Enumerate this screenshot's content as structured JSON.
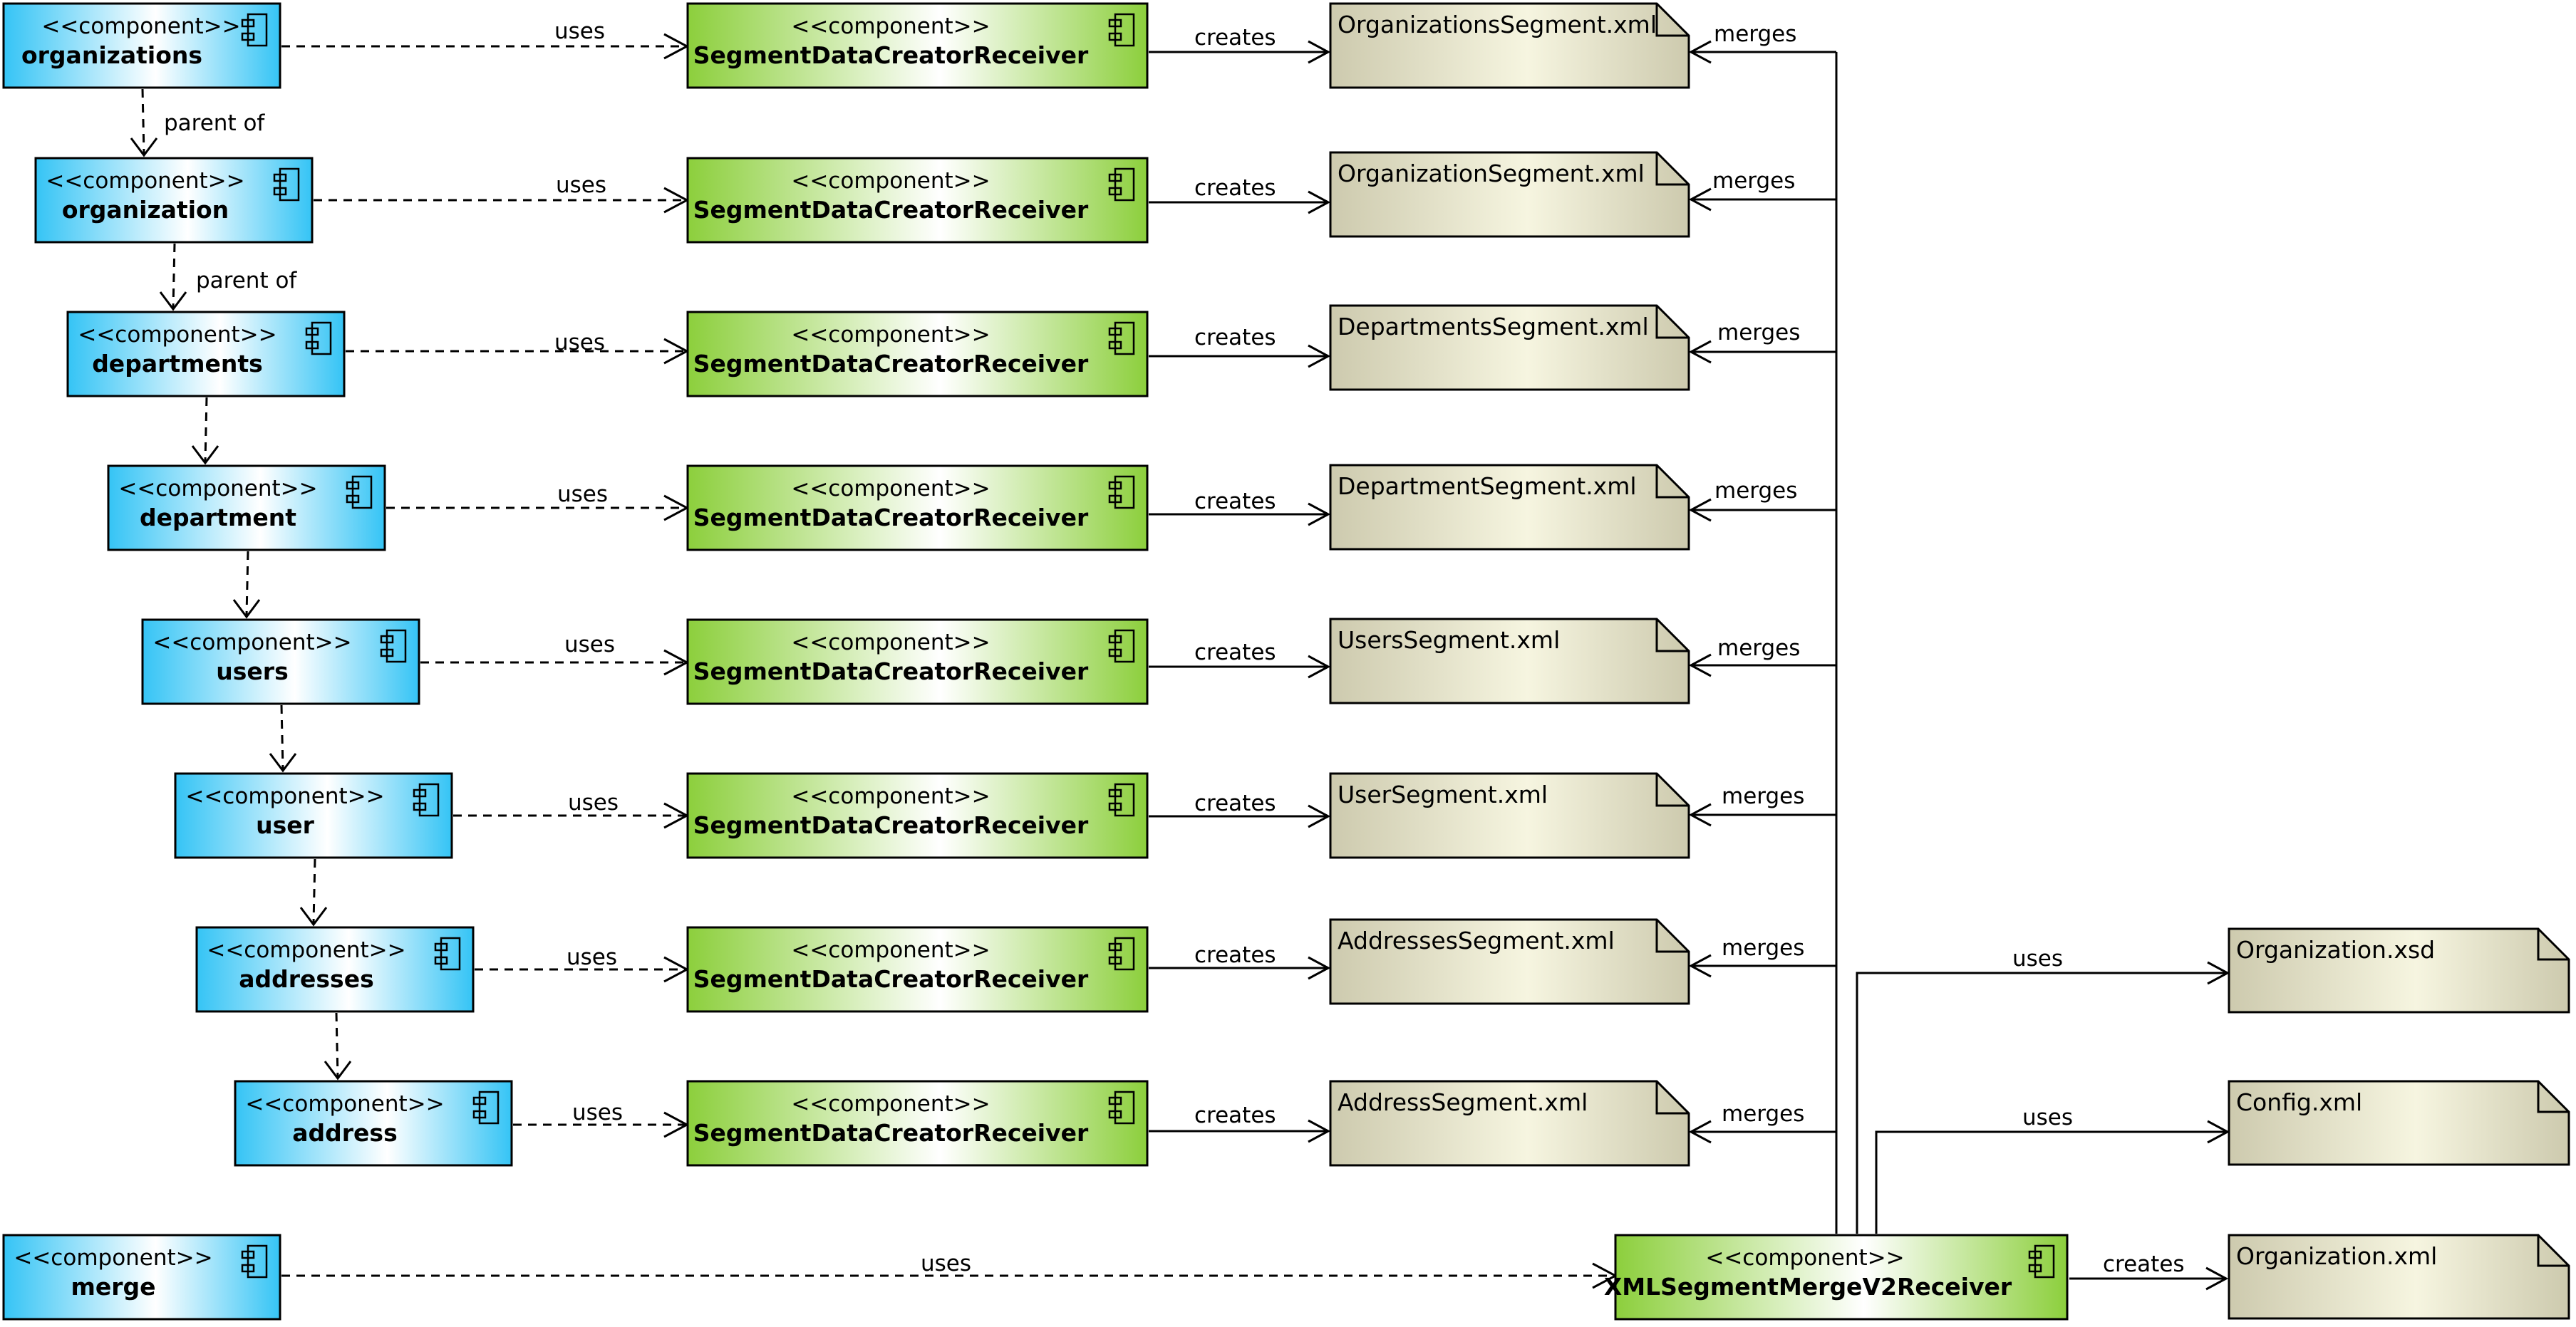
{
  "diagram": {
    "left_components": [
      {
        "stereotype": "<<component>>",
        "name": "organizations"
      },
      {
        "stereotype": "<<component>>",
        "name": "organization"
      },
      {
        "stereotype": "<<component>>",
        "name": "departments"
      },
      {
        "stereotype": "<<component>>",
        "name": "department"
      },
      {
        "stereotype": "<<component>>",
        "name": "users"
      },
      {
        "stereotype": "<<component>>",
        "name": "user"
      },
      {
        "stereotype": "<<component>>",
        "name": "addresses"
      },
      {
        "stereotype": "<<component>>",
        "name": "address"
      }
    ],
    "merge_component": {
      "stereotype": "<<component>>",
      "name": "merge"
    },
    "creator_components": [
      {
        "stereotype": "<<component>>",
        "name": "SegmentDataCreatorReceiver"
      },
      {
        "stereotype": "<<component>>",
        "name": "SegmentDataCreatorReceiver"
      },
      {
        "stereotype": "<<component>>",
        "name": "SegmentDataCreatorReceiver"
      },
      {
        "stereotype": "<<component>>",
        "name": "SegmentDataCreatorReceiver"
      },
      {
        "stereotype": "<<component>>",
        "name": "SegmentDataCreatorReceiver"
      },
      {
        "stereotype": "<<component>>",
        "name": "SegmentDataCreatorReceiver"
      },
      {
        "stereotype": "<<component>>",
        "name": "SegmentDataCreatorReceiver"
      },
      {
        "stereotype": "<<component>>",
        "name": "SegmentDataCreatorReceiver"
      }
    ],
    "merge_receiver": {
      "stereotype": "<<component>>",
      "name": "XMLSegmentMergeV2Receiver"
    },
    "segment_files": [
      "OrganizationsSegment.xml",
      "OrganizationSegment.xml",
      "DepartmentsSegment.xml",
      "DepartmentSegment.xml",
      "UsersSegment.xml",
      "UserSegment.xml",
      "AddressesSegment.xml",
      "AddressSegment.xml"
    ],
    "right_files": [
      "Organization.xsd",
      "Config.xml",
      "Organization.xml"
    ],
    "labels": {
      "uses": "uses",
      "creates": "creates",
      "merges": "merges",
      "parent_of": "parent of"
    },
    "colors": {
      "left_component_fill": "#3cc8f5",
      "creator_component_fill": "#8ccf3c",
      "file_fill": "#f3f2dc",
      "file_fill_edge": "#cdcaae",
      "line": "#000000"
    }
  }
}
